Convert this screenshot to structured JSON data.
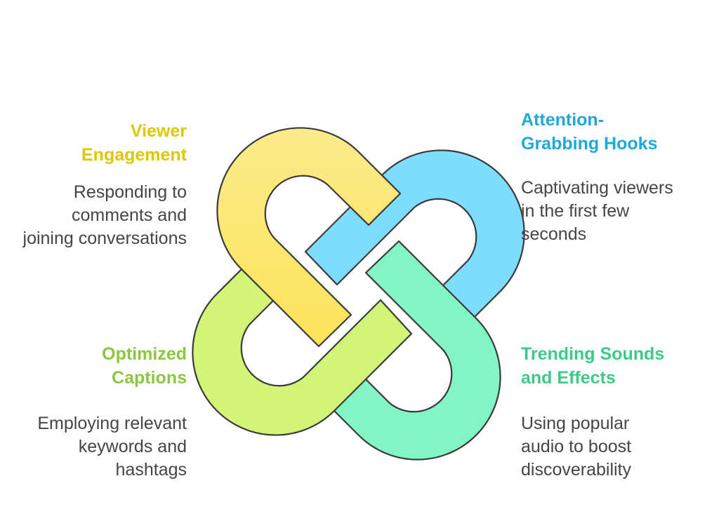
{
  "colors": {
    "viewer_engagement": "#DDC800",
    "attention_hooks": "#1FA8D8",
    "optimized_captions": "#8DC63F",
    "trending_sounds": "#3DC98A",
    "link_yellow": "#FBE57C",
    "link_blue": "#7EDDFC",
    "link_lime": "#D2F577",
    "link_green": "#82F5C4",
    "outline": "#3A3A3A"
  },
  "items": [
    {
      "id": "viewer-engagement",
      "title": "Viewer Engagement",
      "description": "Responding to comments and joining conversations"
    },
    {
      "id": "attention-grabbing-hooks",
      "title": "Attention-Grabbing Hooks",
      "description": "Captivating viewers in the first few seconds"
    },
    {
      "id": "optimized-captions",
      "title": "Optimized Captions",
      "description": "Employing relevant keywords and hashtags"
    },
    {
      "id": "trending-sounds-effects",
      "title": "Trending Sounds and Effects",
      "description": "Using popular audio to boost discoverability"
    }
  ]
}
